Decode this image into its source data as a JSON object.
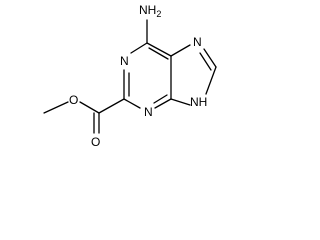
{
  "molecule": {
    "atoms": {
      "amine": "NH2",
      "n_ring_1": "N",
      "n_ring_3": "N",
      "n_imidazole_7": "N",
      "n_imidazole_9": "NH",
      "o_carbonyl": "O",
      "o_ester": "O"
    }
  }
}
